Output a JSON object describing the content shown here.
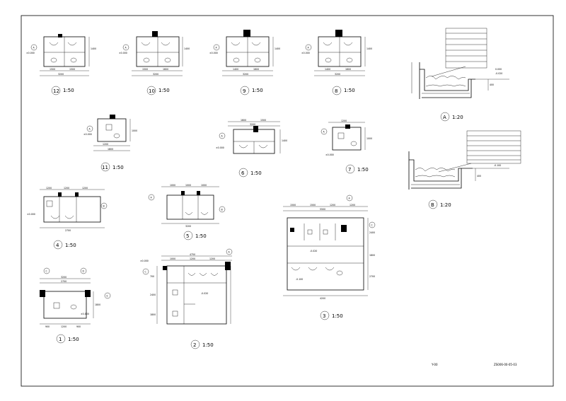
{
  "sheet": {
    "corner_mark": "Y-00",
    "drawing_code": "ZS006-00-05-03"
  },
  "plans": [
    {
      "id": "p12",
      "label": "12",
      "scale": "1:50"
    },
    {
      "id": "p10",
      "label": "10",
      "scale": "1:50"
    },
    {
      "id": "p9",
      "label": "9",
      "scale": "1:50"
    },
    {
      "id": "p8",
      "label": "8",
      "scale": "1:50"
    },
    {
      "id": "p11",
      "label": "11",
      "scale": "1:50"
    },
    {
      "id": "p6",
      "label": "6",
      "scale": "1:50"
    },
    {
      "id": "p7",
      "label": "7",
      "scale": "1:50"
    },
    {
      "id": "p4",
      "label": "4",
      "scale": "1:50"
    },
    {
      "id": "p5",
      "label": "5",
      "scale": "1:50"
    },
    {
      "id": "p3",
      "label": "3",
      "scale": "1:50"
    },
    {
      "id": "p1",
      "label": "1",
      "scale": "1:50"
    },
    {
      "id": "p2",
      "label": "2",
      "scale": "1:50"
    }
  ],
  "sections": [
    {
      "id": "secA",
      "label": "A",
      "scale": "1:20",
      "level": "0.000",
      "level2": "-0.020",
      "dim": "400"
    },
    {
      "id": "secB",
      "label": "B",
      "scale": "1:20",
      "level": "-0.100",
      "dim": "400"
    }
  ],
  "dims": {
    "d1": "1500",
    "d2": "1400",
    "d3": "1600",
    "d4": "1200",
    "d5": "1000",
    "d6": "4750",
    "d7": "1800",
    "d8": "2700",
    "d9": "900",
    "d10": "3200",
    "d11": "5500",
    "d12": "4200",
    "d13": "700",
    "d14": "2400"
  },
  "levels": {
    "l1": "±0.000",
    "l2": "-0.020",
    "l3": "-0.100"
  }
}
